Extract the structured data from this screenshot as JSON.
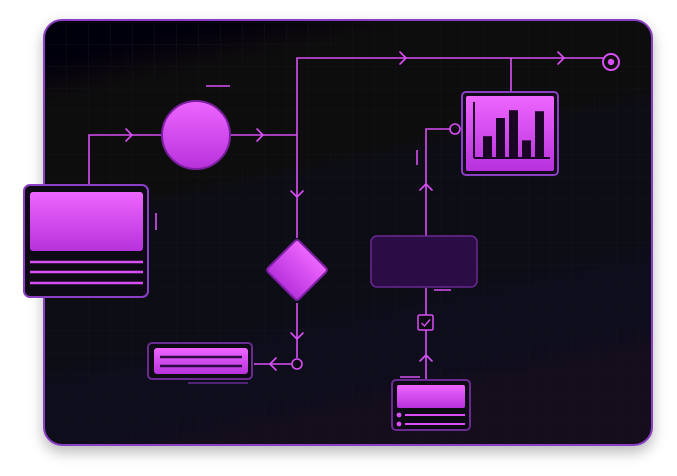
{
  "colors": {
    "background": "#ffffff",
    "panel_top": "#050507",
    "panel_bottom": "#12101f",
    "panel_border": "#8a3fc4",
    "accent": "#d94ff5",
    "accent_light": "#ee66ff",
    "accent_dark": "#b732dc",
    "node_dark": "#2c0c45",
    "node_dark_border": "#6a2a92",
    "grid_line": "#14141d"
  },
  "diagram": {
    "nodes": [
      {
        "name": "card-node",
        "kind": "card-with-lines"
      },
      {
        "name": "circle-node",
        "kind": "circle"
      },
      {
        "name": "decision-node",
        "kind": "diamond"
      },
      {
        "name": "list-row-node",
        "kind": "list-row"
      },
      {
        "name": "process-node",
        "kind": "dark-rectangle"
      },
      {
        "name": "chart-node",
        "kind": "bar-chart"
      },
      {
        "name": "form-card-node",
        "kind": "form-card"
      },
      {
        "name": "end-node",
        "kind": "target-terminal"
      }
    ],
    "chart_bars": [
      0.4,
      0.75,
      0.9,
      0.32,
      0.88
    ],
    "icons": [
      "arrow-right-icon",
      "arrow-down-icon",
      "arrow-left-icon",
      "arrow-up-icon",
      "checkbox-icon",
      "target-icon"
    ]
  }
}
